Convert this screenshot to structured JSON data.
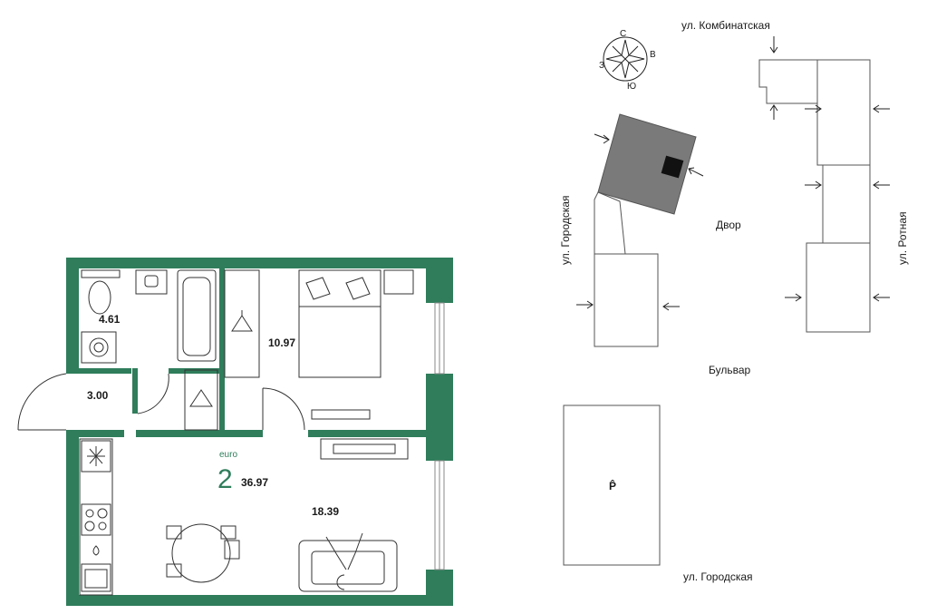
{
  "plan": {
    "rooms": [
      {
        "id": "bathroom",
        "area": "4.61"
      },
      {
        "id": "hall",
        "area": "3.00"
      },
      {
        "id": "bedroom",
        "area": "10.97"
      },
      {
        "id": "living",
        "area": "18.39"
      }
    ],
    "layout_type": "euro",
    "room_count": "2",
    "total_area": "36.97",
    "wall_color": "#2f7d5b"
  },
  "site": {
    "compass": {
      "n": "С",
      "e": "В",
      "s": "Ю",
      "w": "З"
    },
    "streets": {
      "top": "ул. Комбинатская",
      "left": "ул. Городская",
      "right": "ул. Ротная",
      "bottom": "ул. Городская"
    },
    "places": {
      "yard": "Двор",
      "boulevard": "Бульвар",
      "parking": "P̂"
    },
    "highlight_color": "#7a7a7a"
  }
}
